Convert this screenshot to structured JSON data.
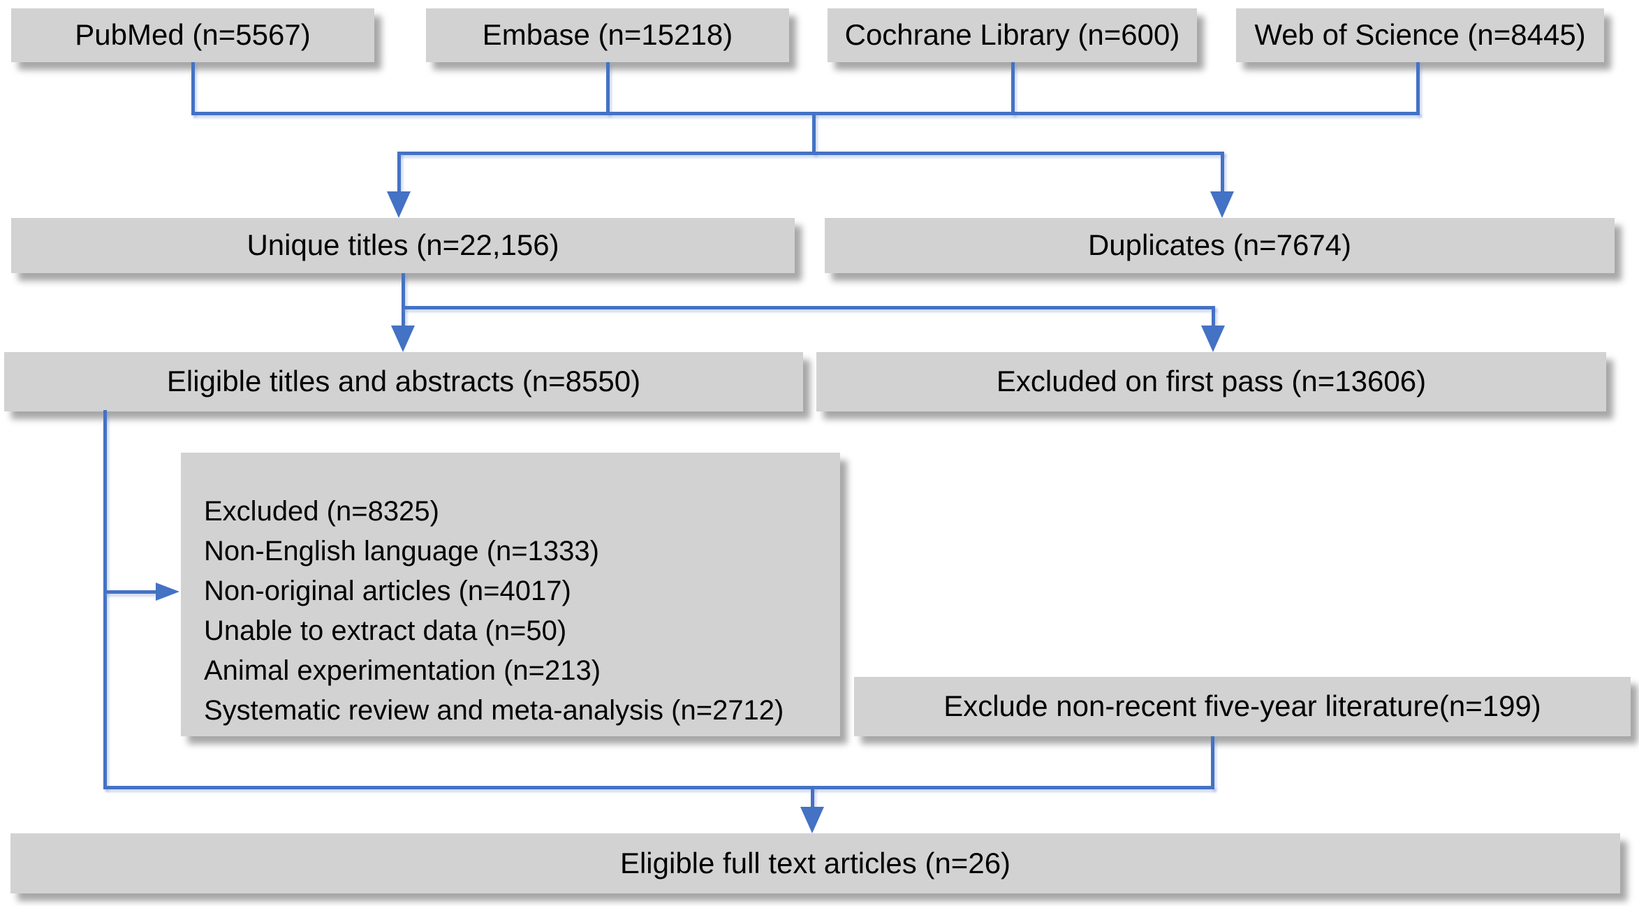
{
  "colors": {
    "accent": "#4472C4",
    "box-fill": "#D2D2D2",
    "text": "#000000",
    "background": "#FFFFFF"
  },
  "boxes": {
    "pubmed": {
      "label": "PubMed (n=5567)",
      "n": 5567
    },
    "embase": {
      "label": "Embase (n=15218)",
      "n": 15218
    },
    "cochrane": {
      "label": "Cochrane Library (n=600)",
      "n": 600
    },
    "web_of_science": {
      "label": "Web of Science (n=8445)",
      "n": 8445
    },
    "unique_titles": {
      "label": "Unique titles (n=22,156)",
      "n": 22156
    },
    "duplicates": {
      "label": "Duplicates (n=7674)",
      "n": 7674
    },
    "eligible_titles_abstracts": {
      "label": "Eligible titles and abstracts (n=8550)",
      "n": 8550
    },
    "excluded_first_pass": {
      "label": "Excluded on first pass (n=13606)",
      "n": 13606
    },
    "exclusion_reasons": {
      "items": [
        "Excluded (n=8325)",
        "Non-English language (n=1333)",
        "Non-original articles (n=4017)",
        "Unable to extract data (n=50)",
        "Animal experimentation (n=213)",
        "Systematic review and meta-analysis (n=2712)"
      ]
    },
    "exclude_non_recent": {
      "label": "Exclude non-recent five-year literature(n=199)",
      "n": 199
    },
    "eligible_full_text": {
      "label": "Eligible full text articles (n=26)",
      "n": 26
    }
  }
}
